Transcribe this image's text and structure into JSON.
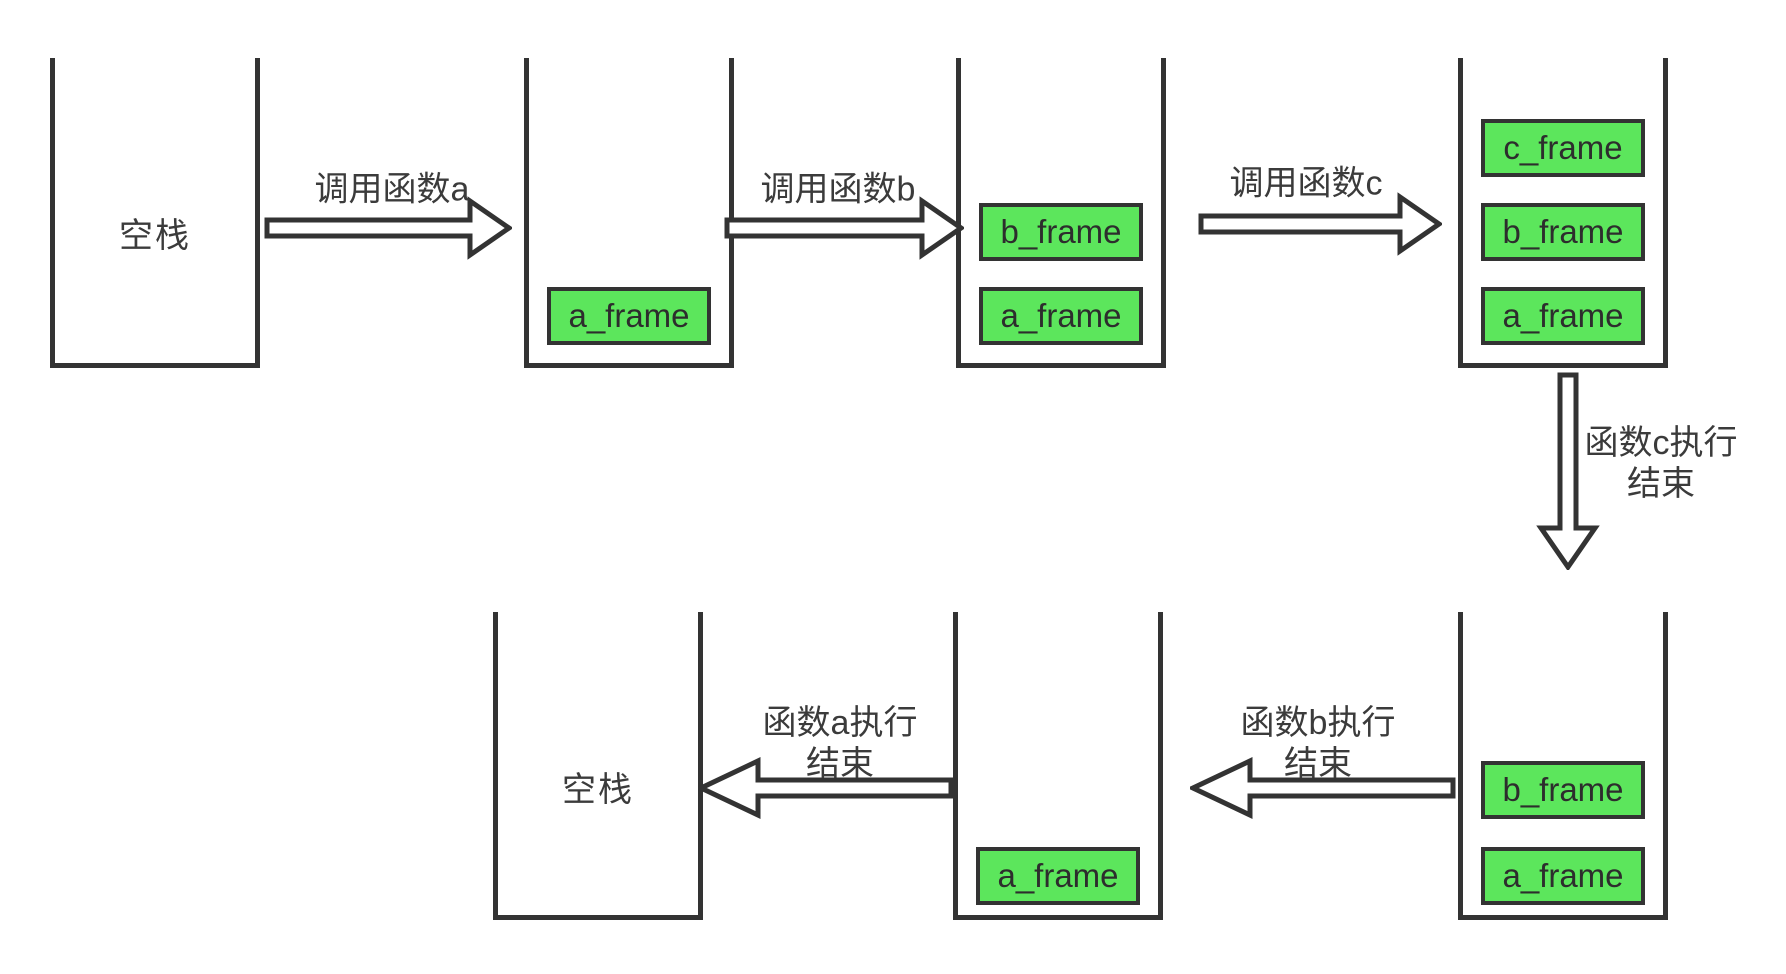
{
  "colors": {
    "stroke": "#333333",
    "frame_fill": "#5ce65c",
    "frame_border": "#333333",
    "frame_text": "#2d2d2d",
    "label_text": "#3b3b3b",
    "background": "#ffffff"
  },
  "stacks": [
    {
      "id": "top-empty",
      "label": "空栈",
      "frames": []
    },
    {
      "id": "top-a",
      "frames": [
        {
          "label": "a_frame"
        }
      ]
    },
    {
      "id": "top-ba",
      "frames": [
        {
          "label": "b_frame"
        },
        {
          "label": "a_frame"
        }
      ]
    },
    {
      "id": "top-cba",
      "frames": [
        {
          "label": "c_frame"
        },
        {
          "label": "b_frame"
        },
        {
          "label": "a_frame"
        }
      ]
    },
    {
      "id": "bottom-ba",
      "frames": [
        {
          "label": "b_frame"
        },
        {
          "label": "a_frame"
        }
      ]
    },
    {
      "id": "bottom-a",
      "frames": [
        {
          "label": "a_frame"
        }
      ]
    },
    {
      "id": "bottom-empty",
      "label": "空栈",
      "frames": []
    }
  ],
  "arrows": [
    {
      "id": "call-a",
      "direction": "right",
      "label": "调用函数a"
    },
    {
      "id": "call-b",
      "direction": "right",
      "label": "调用函数b"
    },
    {
      "id": "call-c",
      "direction": "right",
      "label": "调用函数c"
    },
    {
      "id": "return-c",
      "direction": "down",
      "label_line1": "函数c执行",
      "label_line2": "结束"
    },
    {
      "id": "return-b",
      "direction": "left",
      "label_line1": "函数b执行",
      "label_line2": "结束"
    },
    {
      "id": "return-a",
      "direction": "left",
      "label_line1": "函数a执行",
      "label_line2": "结束"
    }
  ]
}
